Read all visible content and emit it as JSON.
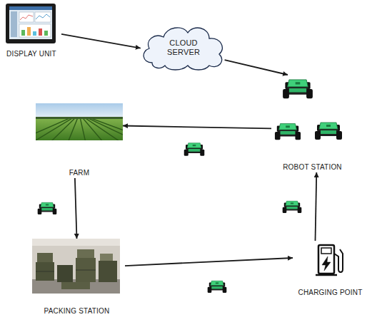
{
  "diagram": {
    "nodes": [
      {
        "text": [
          "DISPLAY UNIT"
        ]
      },
      {
        "text": [
          "CLOUD SERVER"
        ]
      },
      {
        "text": [
          "FARM"
        ]
      },
      {
        "text": [
          "ROBOT STATION"
        ]
      },
      {
        "text": [
          "PACKING STATION"
        ]
      },
      {
        "text": [
          "CHARGING POINT"
        ]
      }
    ],
    "edges": [
      {
        "from": 0,
        "to": 1,
        "arrow": "to"
      },
      {
        "from": 1,
        "to": 3,
        "arrow": "to"
      },
      {
        "from": 3,
        "to": 2,
        "arrow": "to"
      },
      {
        "from": 2,
        "to": 4,
        "arrow": "to"
      },
      {
        "from": 4,
        "to": 5,
        "arrow": "to"
      },
      {
        "from": 5,
        "to": 3,
        "arrow": "to"
      }
    ]
  }
}
